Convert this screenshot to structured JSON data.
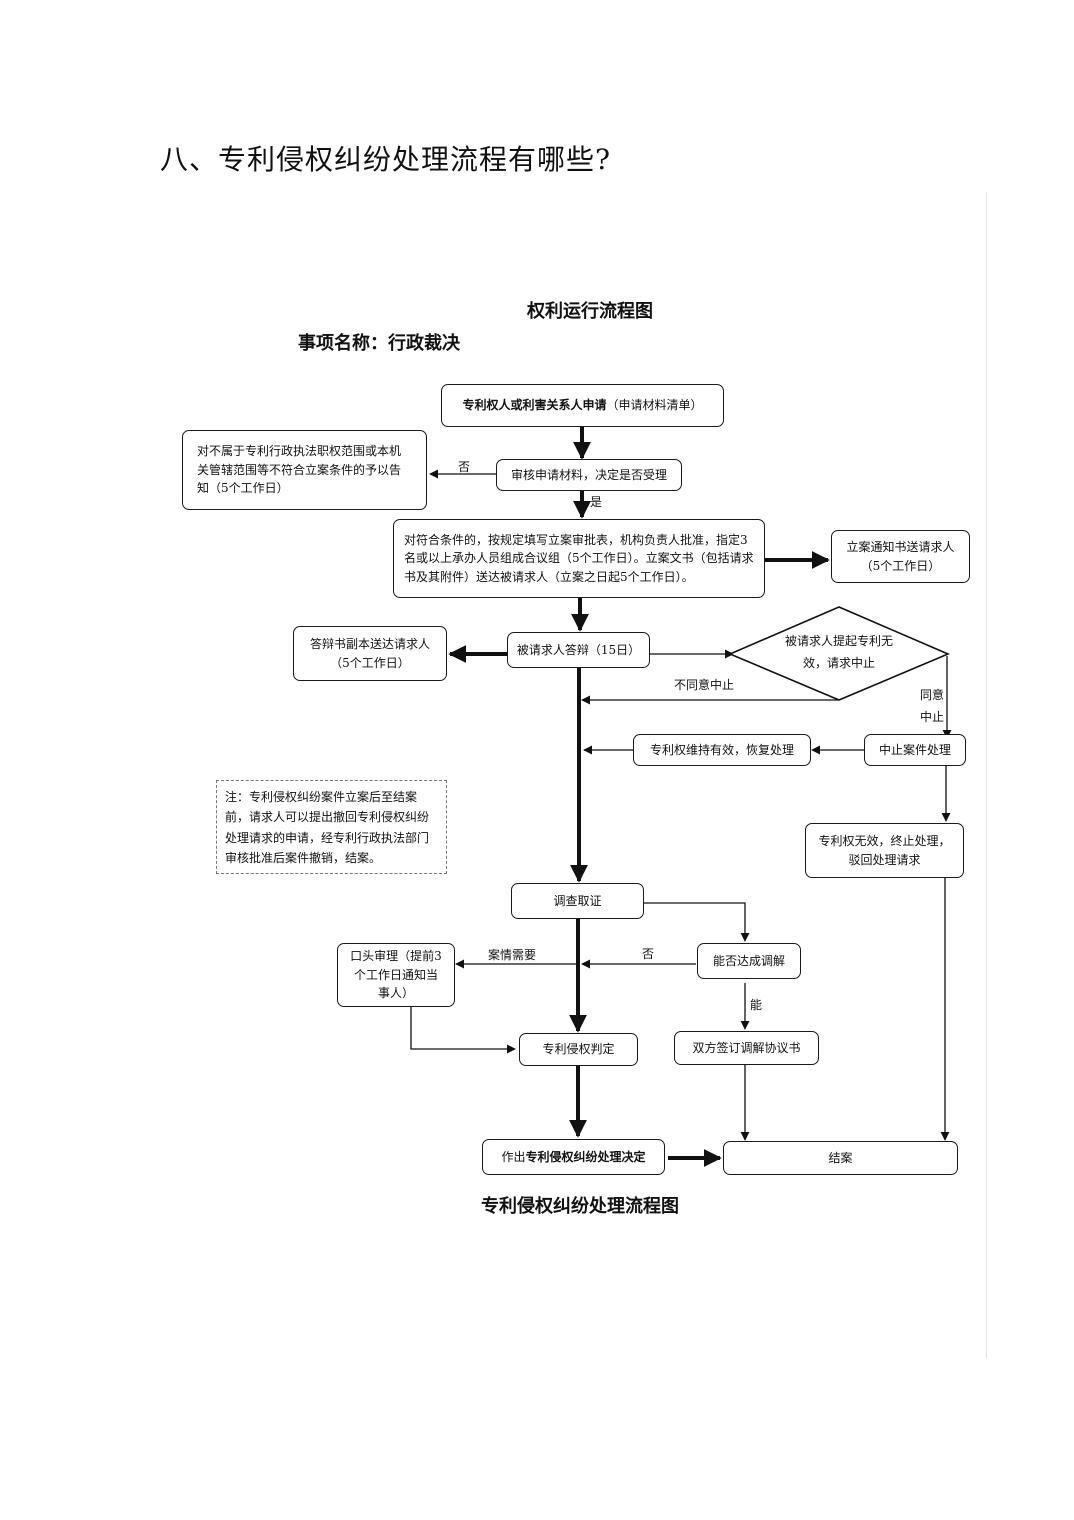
{
  "page": {
    "heading": "八、专利侵权纠纷处理流程有哪些?",
    "diagram_title": "权利运行流程图",
    "subject_line": "事项名称：行政裁决",
    "caption": "专利侵权纠纷处理流程图"
  },
  "nodes": {
    "apply_bold": "专利权人或利害关系人申请",
    "apply_rest": "（申请材料清单）",
    "reject": "对不属于专利行政执法职权范围或本机关管辖范围等不符合立案条件的予以告知（5个工作日）",
    "review": "审核申请材料，决定是否受理",
    "file_case": "对符合条件的，按规定填写立案审批表，机构负责人批准，指定3名或以上承办人员组成合议组（5个工作日）。立案文书（包括请求书及其附件）送达被请求人（立案之日起5个工作日）。",
    "notice": "立案通知书送请求人（5个工作日）",
    "defense_copy": "答辩书副本送达请求人（5个工作日）",
    "defense": "被请求人答辩（15日）",
    "invalid_request": "被请求人提起专利无效，请求中止",
    "patent_valid": "专利权维持有效，恢复处理",
    "suspend": "中止案件处理",
    "patent_invalid": "专利权无效，终止处理，驳回处理请求",
    "investigate": "调查取证",
    "oral_hearing": "口头审理（提前3个工作日通知当事人）",
    "mediation_q": "能否达成调解",
    "judgment": "专利侵权判定",
    "agreement": "双方签订调解协议书",
    "decision_pre": "作出",
    "decision_bold": "专利侵权纠纷处理决定",
    "close": "结案"
  },
  "note": "注：专利侵权纠纷案件立案后至结案前，请求人可以提出撤回专利侵权纠纷处理请求的申请，经专利行政执法部门审核批准后案件撤销，结案。",
  "labels": {
    "no": "否",
    "yes": "是",
    "disagree": "不同意中止",
    "agree": "同意中止",
    "case_need": "案情需要",
    "no2": "否",
    "can": "能"
  }
}
